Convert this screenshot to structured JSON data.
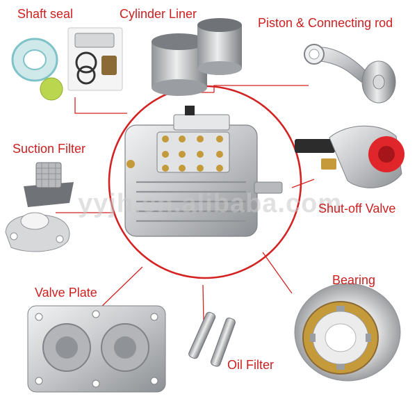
{
  "colors": {
    "label": "#cc1f1f",
    "connector": "#d42222",
    "metal_light": "#d9dadc",
    "metal_mid": "#a9abae",
    "metal_dark": "#6e7073",
    "brass": "#c49a3a",
    "red_part": "#e0262b",
    "gasket_blue": "#7fc3c9",
    "filter_green": "#b9d64e",
    "foam_white": "#f4f4f4"
  },
  "labels": {
    "shaft_seal": "Shaft seal",
    "cylinder_liner": "Cylinder Liner",
    "piston_rod": "Piston & Connecting rod",
    "suction_filter": "Suction  Filter",
    "shut_off_valve": "Shut-off Valve",
    "valve_plate": "Valve Plate",
    "bearing": "Bearing",
    "oil_filter": "Oil Filter"
  },
  "watermark": "yyjh.en.alibaba.com",
  "icons": {
    "center": "compressor-icon",
    "parts": [
      "shaft-seal-kit-icon",
      "cylinder-liner-icon",
      "piston-rod-icon",
      "suction-filter-icon",
      "shut-off-valve-icon",
      "valve-plate-icon",
      "bearing-icon",
      "oil-filter-icon"
    ]
  }
}
